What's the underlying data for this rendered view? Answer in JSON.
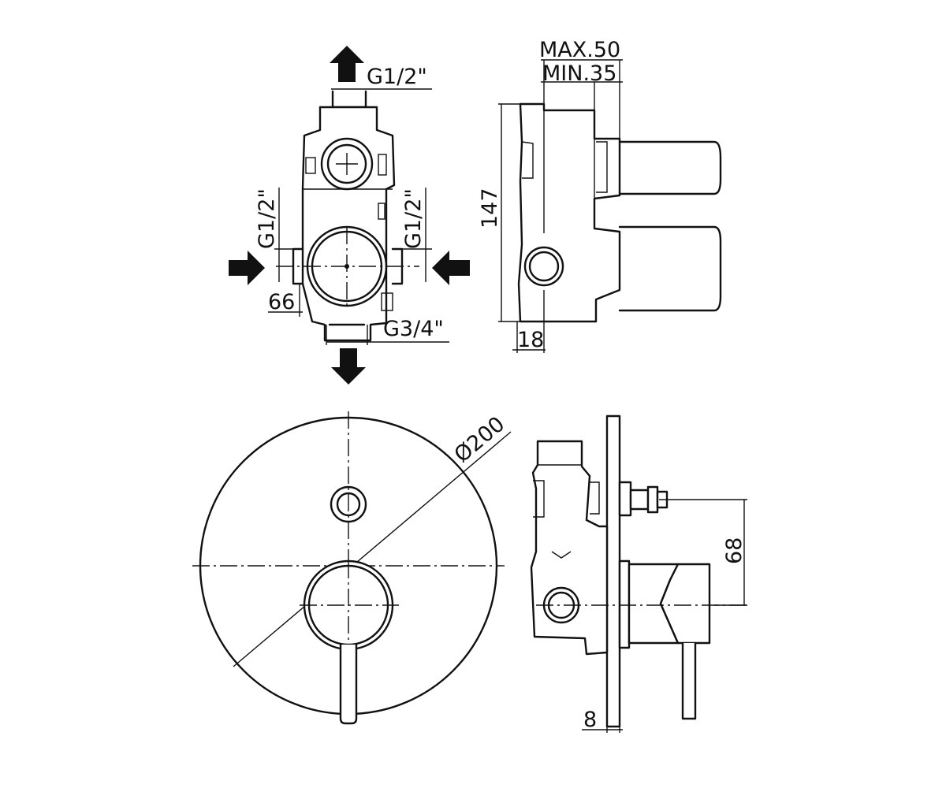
{
  "dimensions": {
    "top_outlet_thread": "G1/2\"",
    "left_inlet_thread": "G1/2\"",
    "right_inlet_thread": "G1/2\"",
    "bottom_outlet_thread": "G3/4\"",
    "inlet_offset": "66",
    "max_depth": "MAX.50",
    "min_depth": "MIN.35",
    "body_height": "147",
    "base_offset": "18",
    "plate_diameter": "Ø200",
    "handle_spacing": "68",
    "plate_thickness": "8"
  },
  "colors": {
    "line": "#111111",
    "background": "#ffffff"
  }
}
